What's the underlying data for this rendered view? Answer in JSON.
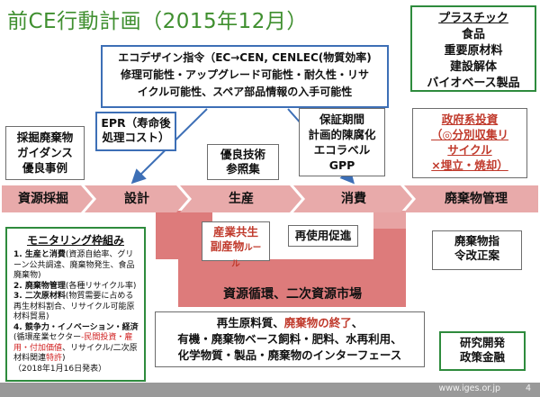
{
  "title": "前CE行動計画（2015年12月）",
  "plastic": {
    "heading": "プラスチック",
    "items": [
      "食品",
      "重要原材料",
      "建設解体",
      "バイオベース製品"
    ]
  },
  "ecodesign": {
    "lines": [
      "エコデザイン指令（EC→CEN, CENLEC(物質効率)",
      "修理可能性・アップグレード可能性・耐久性・リサ",
      "イクル可能性、スペア部品情報の入手可能性"
    ]
  },
  "epr": {
    "lines": [
      "EPR（寿命後",
      "処理コスト）"
    ]
  },
  "warranty": {
    "lines": [
      "保証期間",
      "計画的陳腐化",
      "エコラベル",
      "GPP"
    ]
  },
  "public_invest": {
    "lines": [
      "政府系投資",
      "（◎分別収集リ",
      "サイクル",
      "×埋立・焼却）"
    ]
  },
  "mining_box": {
    "lines": [
      "採掘廃棄物",
      "ガイダンス",
      "優良事例"
    ]
  },
  "best_tech": {
    "lines": [
      "優良技術",
      "参照集"
    ]
  },
  "stages": [
    "資源採掘",
    "設計",
    "生産",
    "消費",
    "廃棄物管理"
  ],
  "symbiosis": {
    "line1": "産業共生",
    "line2a": "副産物",
    "line2b": "ルール"
  },
  "reuse": "再使用促進",
  "directive": {
    "lines": [
      "廃棄物指",
      "令改正案"
    ]
  },
  "circulation": "資源循環、二次資源市場",
  "recycled": {
    "line1a": "再生原料質、",
    "line1b": "廃棄物の終了",
    "line1c": "、",
    "line2": "有機・廃棄物ベース飼料・肥料、水再利用、",
    "line3": "化学物質・製品・廃棄物のインターフェース"
  },
  "research": {
    "lines": [
      "研究開発",
      "政策金融"
    ]
  },
  "monitoring": {
    "heading": "モニタリング枠組み",
    "i1": "1. 生産と消費",
    "i1d": "(資源自給率、グリーン公共調達、廃棄物発生、食品廃棄物)",
    "i2": "2. 廃棄物管理",
    "i2d": "(各種リサイクル率)",
    "i3": "3. 二次原材料",
    "i3d": "(物質需要に占める再生材料割合、リサイクル可能原材料貿易)",
    "i4": "4. 競争力・イノベーション・経済",
    "i4d": "(循環産業セクター",
    "i4r": "-民間投資・雇用・付加価値",
    "i4e": "、リサイクル/二次原材料関連",
    "i4p": "特許",
    "i4c": ")",
    "date": "（2018年1月16日発表）"
  },
  "footer": {
    "url": "www.iges.or.jp",
    "page": "4"
  },
  "colors": {
    "title_green": "#3f8f2f",
    "stage_arrow": "#e8aaaa",
    "circulation_band": "#dd7b7b",
    "accent_red": "#c0392b",
    "box_blue": "#3d6fb6",
    "box_green": "#2e8b3d"
  }
}
